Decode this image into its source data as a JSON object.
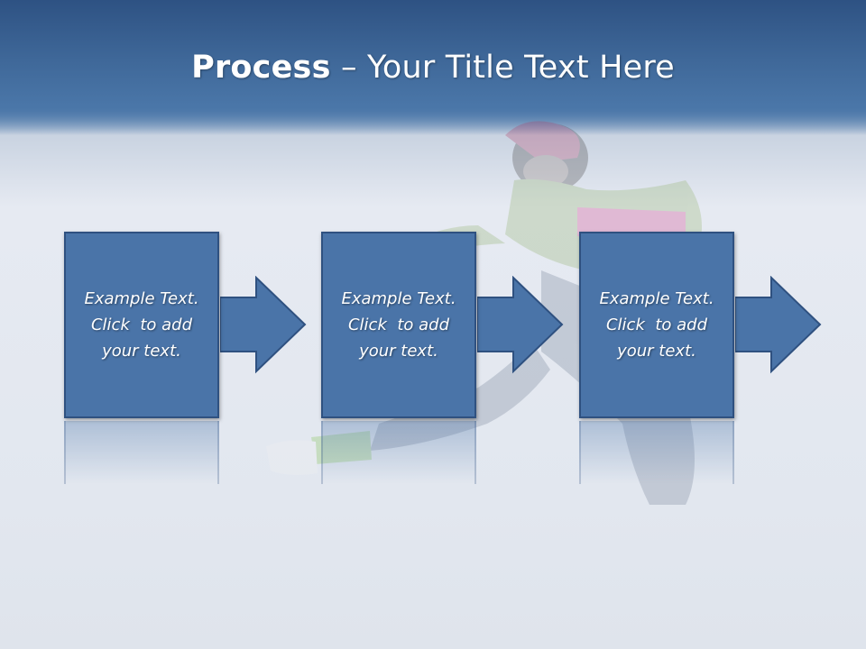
{
  "title": {
    "bold": "Process",
    "rest": " – Your Title Text Here"
  },
  "steps": [
    {
      "line1": "Example Text.",
      "line2": "Click  to add",
      "line3": "your text."
    },
    {
      "line1": "Example Text.",
      "line2": "Click  to add",
      "line3": "your text."
    },
    {
      "line1": "Example Text.",
      "line2": "Click  to add",
      "line3": "your text."
    }
  ],
  "colors": {
    "box_fill": "#4a74a8",
    "box_border": "#2f5180",
    "title_band": "#3f6899"
  }
}
